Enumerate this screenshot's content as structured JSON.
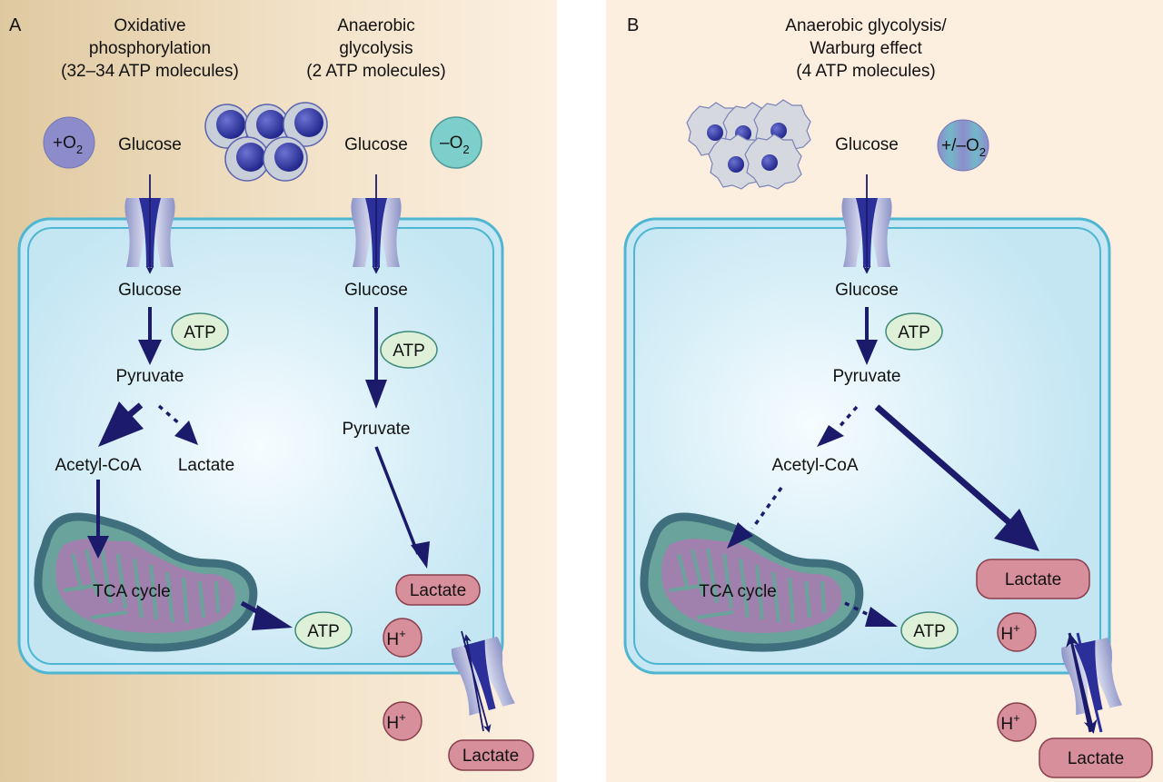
{
  "figure": {
    "panels": [
      {
        "letter": "A",
        "pathways": [
          {
            "title": [
              "Oxidative",
              "phosphorylation",
              "(32–34 ATP molecules)"
            ],
            "oxygen_badge": "+O",
            "oxygen_sub": "2",
            "glucose_outside": "Glucose",
            "glucose_inside": "Glucose",
            "atp_step": "ATP",
            "pyruvate": "Pyruvate",
            "acetyl_coa": "Acetyl-CoA",
            "lactate_minor": "Lactate",
            "tca": "TCA cycle",
            "atp_output": "ATP"
          },
          {
            "title": [
              "Anaerobic",
              "glycolysis",
              "(2 ATP molecules)"
            ],
            "oxygen_badge": "–O",
            "oxygen_sub": "2",
            "glucose_outside": "Glucose",
            "glucose_inside": "Glucose",
            "atp_step": "ATP",
            "pyruvate": "Pyruvate",
            "lactate_inside": "Lactate",
            "proton_inside": "H",
            "proton_outside": "H",
            "proton_sup": "+",
            "lactate_outside": "Lactate"
          }
        ]
      },
      {
        "letter": "B",
        "title": [
          "Anaerobic glycolysis/",
          "Warburg effect",
          "(4 ATP molecules)"
        ],
        "oxygen_badge": "+/–O",
        "oxygen_sub": "2",
        "glucose_outside": "Glucose",
        "glucose_inside": "Glucose",
        "atp_step": "ATP",
        "pyruvate": "Pyruvate",
        "acetyl_coa": "Acetyl-CoA",
        "tca": "TCA cycle",
        "atp_output": "ATP",
        "lactate_inside": "Lactate",
        "proton_inside": "H",
        "proton_outside": "H",
        "proton_sup": "+",
        "lactate_outside": "Lactate"
      }
    ],
    "colors": {
      "arrow": "#1b1a6b",
      "cell_fill": "#c9e9f4",
      "cell_border": "#4fb6d2",
      "atp_fill": "#dff0d8",
      "atp_border": "#3e8a7a",
      "lactate_fill": "#d88f9c",
      "lactate_border": "#8a3d4a",
      "panel_a_bg_left": "#e2cfa8",
      "panel_a_bg_right": "#fdf0e2",
      "panel_b_bg": "#fdefe0"
    }
  }
}
